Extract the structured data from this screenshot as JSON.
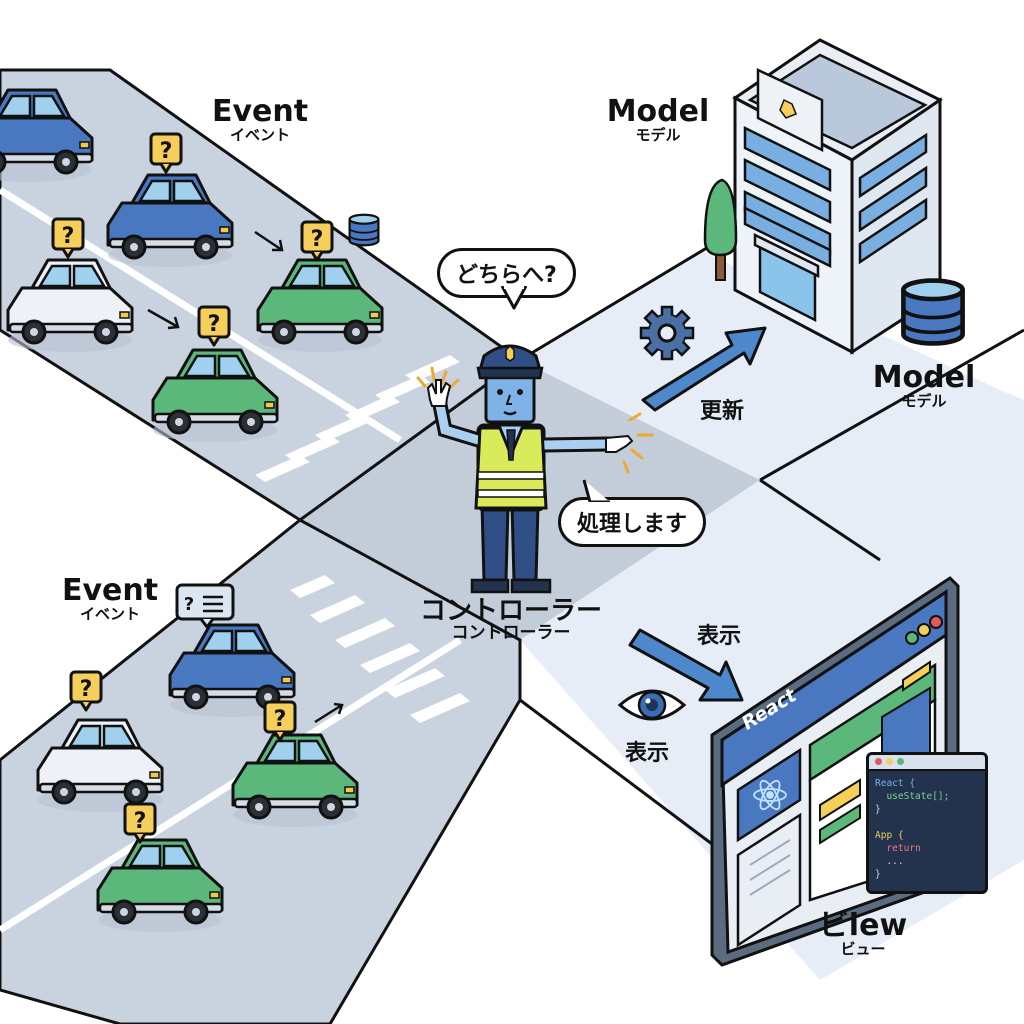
{
  "labels": {
    "event_top": {
      "en": "Event",
      "ja": "イベント"
    },
    "event_bottom": {
      "en": "Event",
      "ja": "イベント"
    },
    "model_top": {
      "en": "Model",
      "ja": "モデル"
    },
    "model_right": {
      "en": "Model",
      "ja": "モデル"
    },
    "controller": {
      "main": "コントローラー",
      "sub": "コントローラー"
    },
    "view": {
      "en": "ビiew",
      "ja": "ビュー"
    }
  },
  "bubbles": {
    "question": "どちらへ?",
    "processing": "処理します"
  },
  "arrows": {
    "update": "更新",
    "display_top": "表示",
    "display_bottom": "表示"
  },
  "browser": {
    "title": "React"
  },
  "code": {
    "line1": "React {",
    "line2": "  useState[];",
    "line3": "}",
    "line4": "App {",
    "line5": "  return",
    "line6": "  ...",
    "line7": "}"
  },
  "icons": {
    "car_badge": "question-mark",
    "event_list_badge": "question-list",
    "database": "database",
    "gear": "gear",
    "eye": "eye",
    "react_logo": "atom"
  },
  "colors": {
    "road": "#c9d2df",
    "plaza": "#e6edf6",
    "car_blue": "#4a78c0",
    "car_green": "#5cb87a",
    "car_white": "#eef2f8",
    "badge_yellow": "#f5cf5a",
    "arrow_blue": "#4d88cc",
    "vest": "#d9ea5a"
  }
}
